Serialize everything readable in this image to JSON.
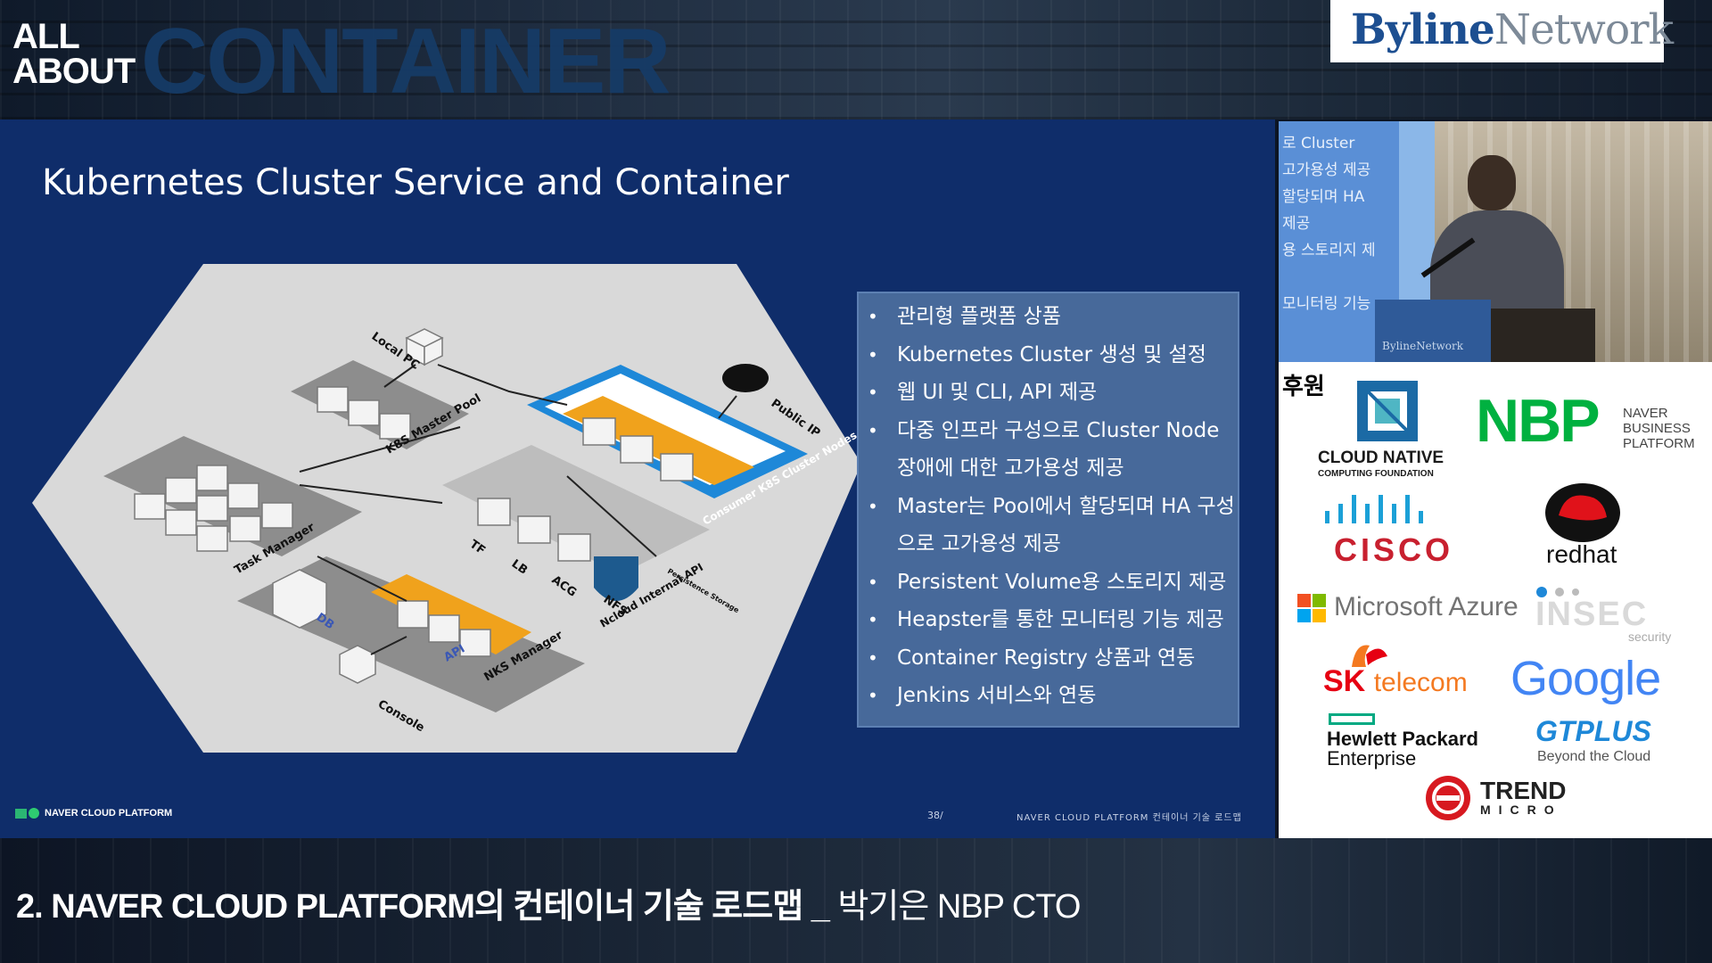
{
  "banner": {
    "all_about_line1": "ALL",
    "all_about_line2": "ABOUT",
    "container_word": "CONTAINER",
    "byline_brand_part1": "Byline",
    "byline_brand_part2": "Network"
  },
  "slide": {
    "title": "Kubernetes Cluster Service and Container",
    "bullets": [
      "관리형 플랫폼 상품",
      "Kubernetes Cluster 생성 및 설정",
      "웹 UI 및 CLI, API 제공",
      "다중 인프라 구성으로 Cluster Node 장애에 대한 고가용성 제공",
      "Master는 Pool에서 할당되며 HA 구성으로 고가용성 제공",
      "Persistent Volume용 스토리지 제공",
      "Heapster를 통한 모니터링 기능 제공",
      "Container Registry 상품과 연동",
      "Jenkins 서비스와 연동"
    ],
    "diagram_labels": {
      "local_pc": "Local PC",
      "k8s_master_pool": "K8S Master Pool",
      "task_manager": "Task Manager",
      "db": "DB",
      "api": "API",
      "nks_manager": "NKS Manager",
      "console": "Console",
      "tf": "TF",
      "lb": "LB",
      "acg": "ACG",
      "nfs": "NFS",
      "ncloud_internal_api": "Ncloud Internal API",
      "persistence_storage": "Persistence Storage",
      "consumer_nodes": "Consumer K8S Cluster Nodes",
      "public_ip": "Public IP"
    },
    "footer_logo": "NAVER CLOUD PLATFORM",
    "page_number": "38/",
    "footer_text": "NAVER CLOUD PLATFORM 컨테이너 기술 로드맵"
  },
  "camera": {
    "screen_text": "로 Cluster\n고가용성 제공\n할당되며 HA\n제공\n용 스토리지 제\n\n모니터링 기능",
    "podium_label": "BylineNetwork"
  },
  "sponsors": {
    "title": "후원",
    "cncf_line1": "CLOUD NATIVE",
    "cncf_line2": "COMPUTING FOUNDATION",
    "nbp": "NBP",
    "nbp_sub1": "NAVER",
    "nbp_sub2": "BUSINESS",
    "nbp_sub3": "PLATFORM",
    "cisco": "CISCO",
    "redhat": "redhat",
    "azure": "Microsoft Azure",
    "insec": "INSEC",
    "insec_sub": "security",
    "sk_part1": "SK",
    "sk_part2": "telecom",
    "google": "Google",
    "hpe_line1": "Hewlett Packard",
    "hpe_line2": "Enterprise",
    "gtplus": "GTPLUS",
    "gtplus_sub": "Beyond the Cloud",
    "trend_line1": "TREND",
    "trend_line2": "MICRO"
  },
  "lower_third": {
    "title": "2. NAVER CLOUD PLATFORM의 컨테이너 기술 로드맵 _",
    "speaker": " 박기은 NBP CTO"
  },
  "colors": {
    "slide_bg": "#0f2d6a",
    "info_box": "#47699a",
    "diagram_orange": "#f0a21c",
    "diagram_blue": "#1e88d8",
    "nbp_green": "#00b140",
    "cisco_red": "#c8202f",
    "google_blue": "#4285f4"
  }
}
